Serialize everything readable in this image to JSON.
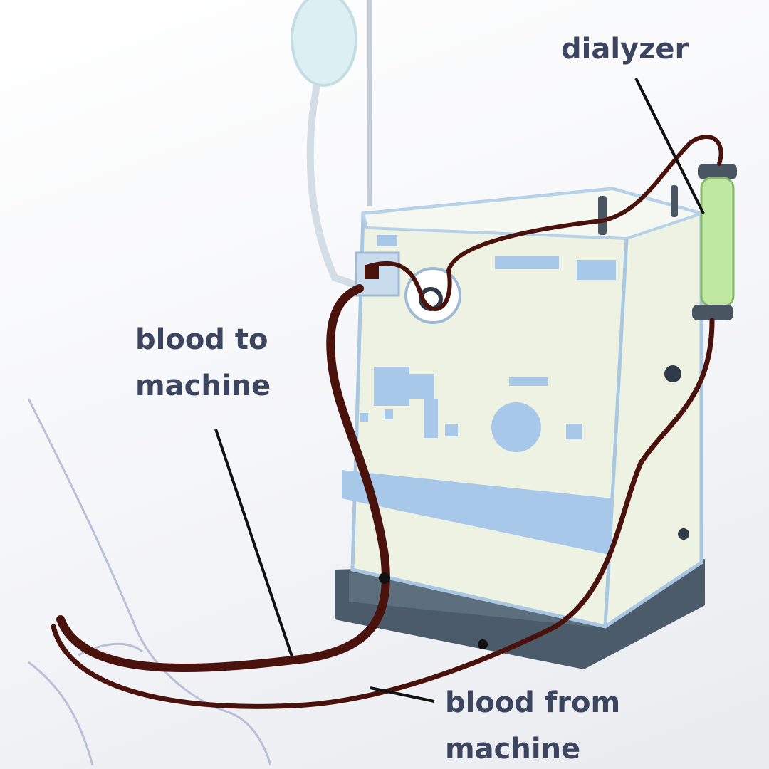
{
  "labels": {
    "dialyzer": "dialyzer",
    "blood_to_line1": "blood to",
    "blood_to_line2": "machine",
    "blood_from_line1": "blood from",
    "blood_from_line2": "machine"
  },
  "colors": {
    "tube": "#4a120c",
    "machine_body": "#eef2e2",
    "machine_outline": "#a9c7e0",
    "panel_blue": "#a8c8ea",
    "base": "#4b5b6a",
    "dialyzer_fluid": "#bfe8a0",
    "label_text": "#3c4560"
  }
}
